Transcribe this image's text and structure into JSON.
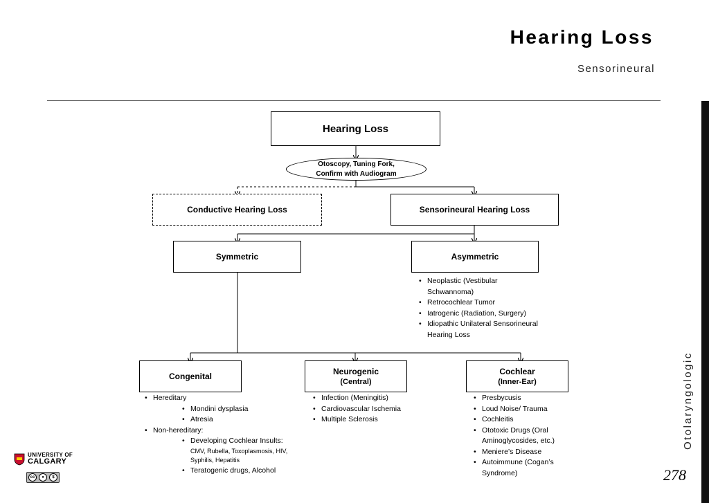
{
  "header": {
    "title": "Hearing Loss",
    "subtitle": "Sensorineural",
    "side_label": "Otolaryngologic",
    "page_number": "278"
  },
  "flowchart": {
    "root": "Hearing Loss",
    "workup": {
      "line1": "Otoscopy, Tuning Fork,",
      "line2": "Confirm with Audiogram"
    },
    "conductive": "Conductive Hearing Loss",
    "sensorineural": "Sensorineural Hearing Loss",
    "symmetric": "Symmetric",
    "asymmetric": "Asymmetric",
    "asymmetric_items": [
      "Neoplastic (Vestibular Schwannoma)",
      "Retrocochlear Tumor",
      "Iatrogenic (Radiation, Surgery)",
      "Idiopathic Unilateral Sensorineural Hearing Loss"
    ],
    "congenital": {
      "label": "Congenital",
      "hereditary": "Hereditary",
      "hereditary_items": [
        "Mondini dysplasia",
        "Atresia"
      ],
      "nonhereditary": "Non-hereditary:",
      "insults": "Developing Cochlear Insults:",
      "insults_detail": "CMV, Rubella, Toxoplasmosis, HIV, Syphilis, Hepatitis",
      "teratogenic": "Teratogenic drugs, Alcohol"
    },
    "neurogenic": {
      "label": "Neurogenic",
      "sub": "(Central)",
      "items": [
        "Infection (Meningitis)",
        "Cardiovascular Ischemia",
        "Multiple Sclerosis"
      ]
    },
    "cochlear": {
      "label": "Cochlear",
      "sub": "(Inner-Ear)",
      "items": [
        "Presbycusis",
        "Loud Noise/ Trauma",
        "Cochleitis",
        "Ototoxic Drugs (Oral Aminoglycosides, etc.)",
        "Meniere’s Disease",
        "Autoimmune (Cogan’s Syndrome)"
      ]
    }
  },
  "footer": {
    "university_line1": "UNIVERSITY OF",
    "university_line2": "CALGARY",
    "license": "cc by nc"
  }
}
